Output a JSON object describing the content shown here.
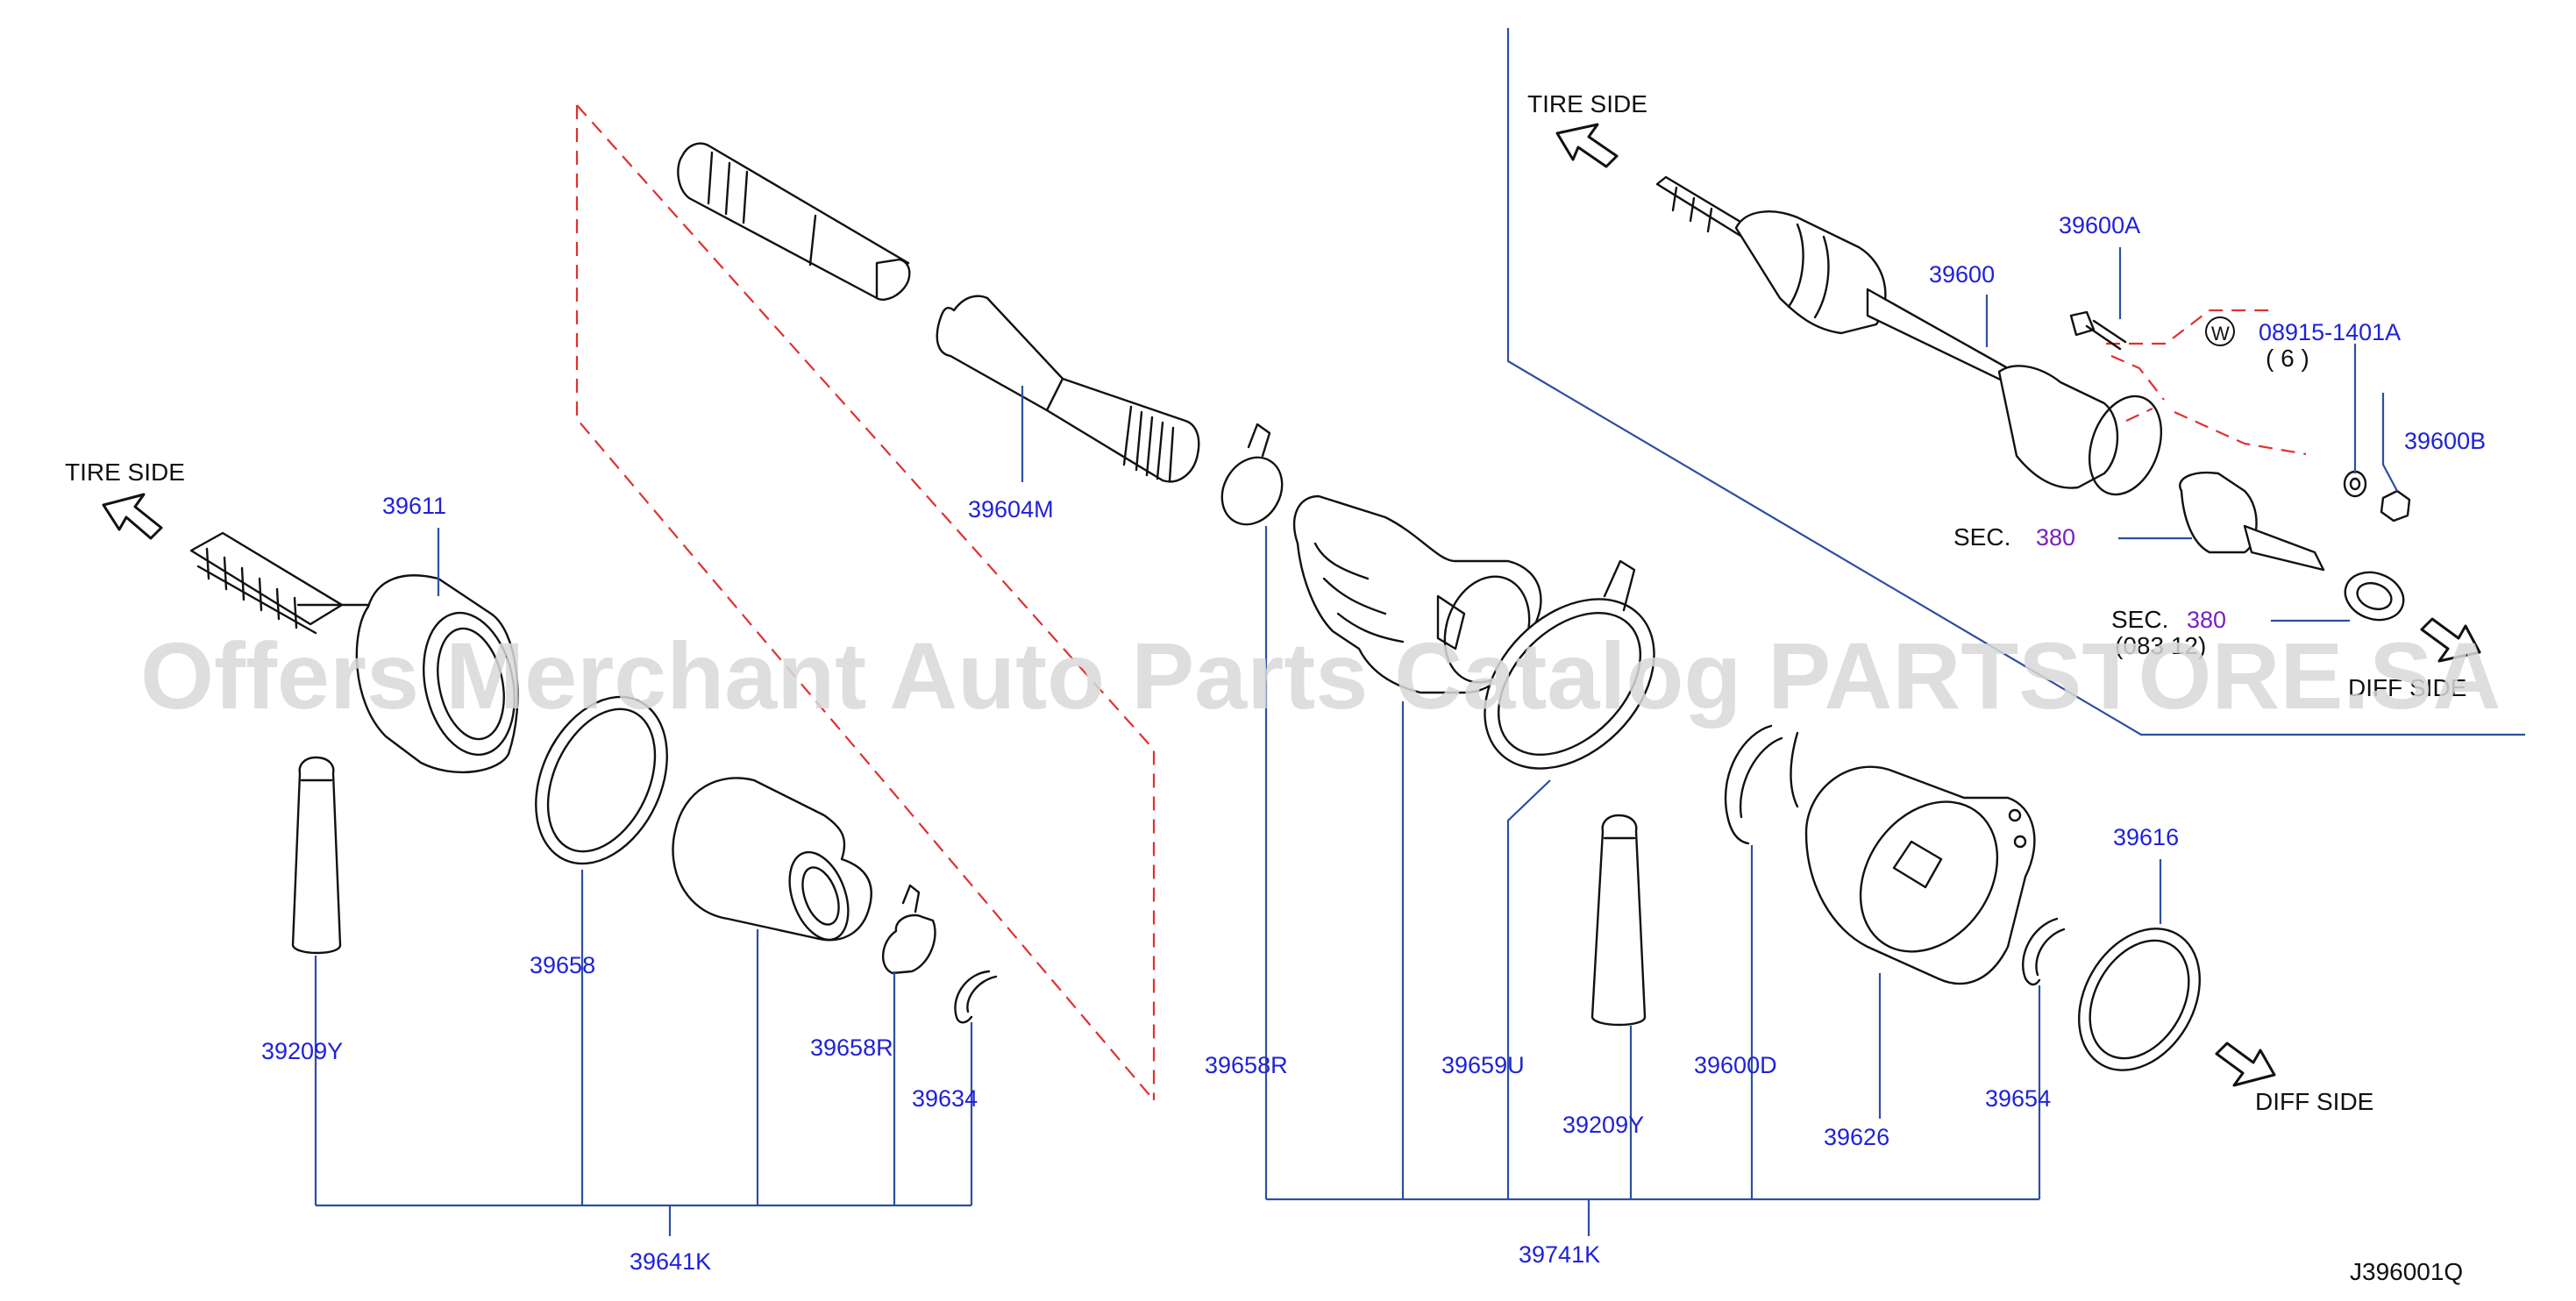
{
  "labels": {
    "tire_side_left": "TIRE   SIDE",
    "tire_side_right": "TIRE   SIDE",
    "diff_side_bottom": "DIFF   SIDE",
    "diff_side_right": "DIFF   SIDE",
    "sec_1": "SEC.",
    "sec_1_num": "380",
    "sec_2": "SEC.",
    "sec_2_num": "380",
    "sec_2_partial": "(083 12)",
    "washer_mark": "W",
    "washer_qty": "( 6 )",
    "diagram_code": "J396001Q"
  },
  "parts": {
    "p39611": "39611",
    "p39604M": "39604M",
    "p39658": "39658",
    "p39209Y_left": "39209Y",
    "p39658R_left": "39658R",
    "p39634": "39634",
    "p39641K": "39641K",
    "p39658R_right": "39658R",
    "p39659U": "39659U",
    "p39209Y_right": "39209Y",
    "p39600D": "39600D",
    "p39626": "39626",
    "p39654": "39654",
    "p39616": "39616",
    "p39741K": "39741K",
    "p39600": "39600",
    "p39600A": "39600A",
    "p08915": "08915-1401A",
    "p39600B": "39600B"
  },
  "watermark": "Offers Merchant Auto Parts Catalog PARTSTORE.SA",
  "colors": {
    "part_number": "#1f22d8",
    "section_ref": "#7a1fc0",
    "leader_line": "#2d4fa0",
    "dashed_link": "#e03030",
    "outline": "#111111"
  }
}
